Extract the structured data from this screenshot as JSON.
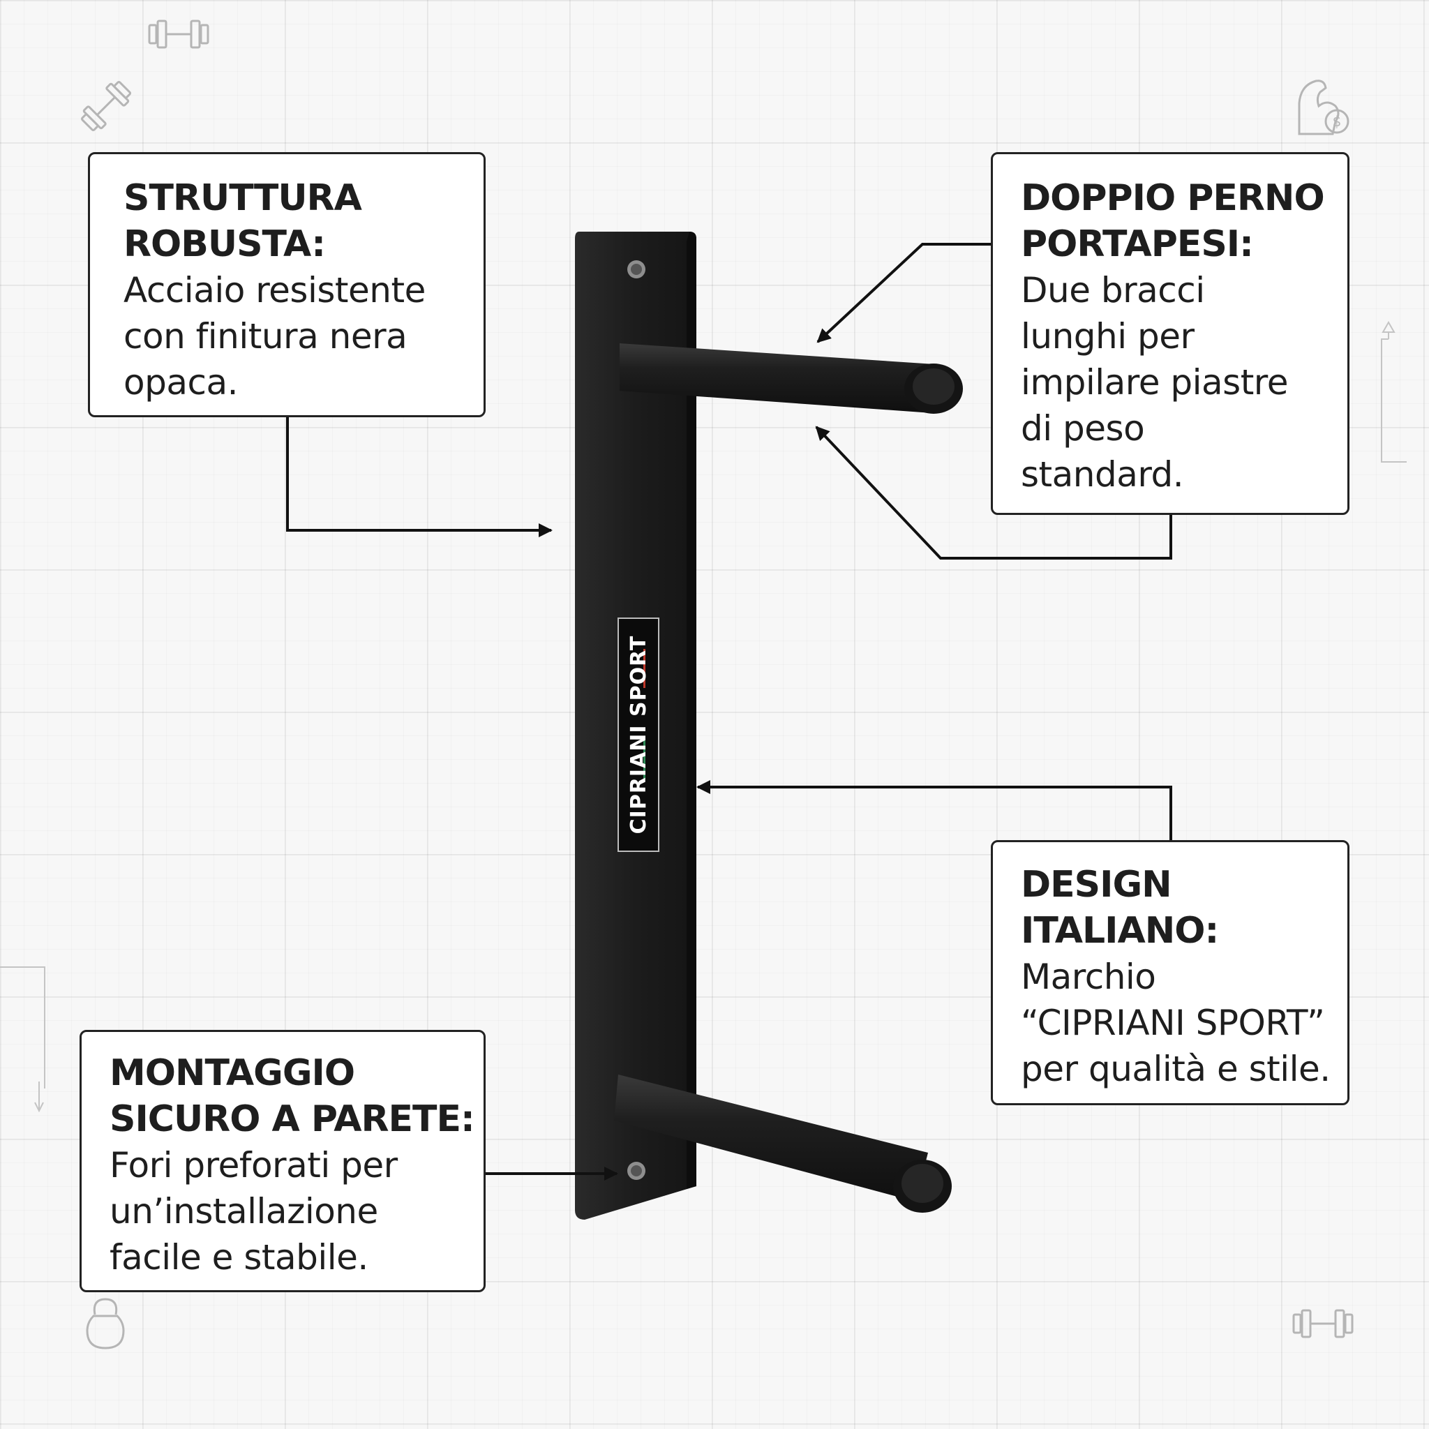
{
  "callouts": {
    "structure": {
      "title_line1": "STRUTTURA",
      "title_line2": "ROBUSTA:",
      "text_line1": "Acciaio resistente",
      "text_line2": "con finitura nera",
      "text_line3": "opaca."
    },
    "pins": {
      "title_line1": "DOPPIO PERNO",
      "title_line2": "PORTAPESI:",
      "text_line1": "Due bracci",
      "text_line2": "lunghi per",
      "text_line3": "impilare piastre",
      "text_line4": "di peso",
      "text_line5": "standard."
    },
    "design": {
      "title_line1": "DESIGN",
      "title_line2": "ITALIANO:",
      "text_line1": "Marchio",
      "text_line2": "“CIPRIANI SPORT”",
      "text_line3": "per qualità e stile."
    },
    "mounting": {
      "title_line1": "MONTAGGIO",
      "title_line2": "SICURO A PARETE:",
      "text_line1": "Fori preforati per",
      "text_line2": "un’installazione",
      "text_line3": "facile e stabile."
    }
  },
  "product": {
    "brand_label": "CIPRIANI SPORT",
    "color": "#1c1c1c"
  },
  "icons": [
    "dumbbell-icon",
    "barbell-icon",
    "muscle-dollar-icon",
    "kettlebell-icon",
    "dumbbell-icon"
  ]
}
